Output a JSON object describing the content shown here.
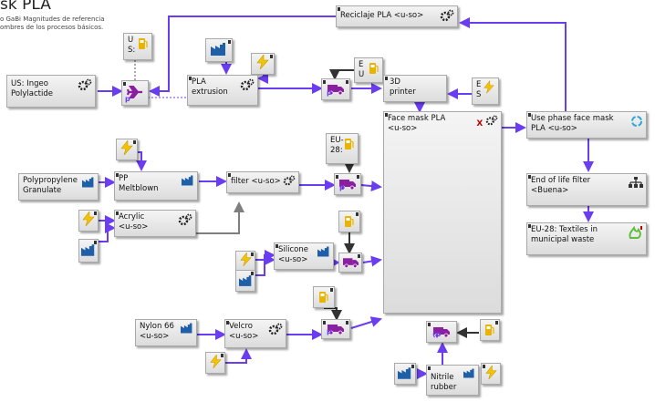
{
  "header": {
    "title": "sk PLA",
    "subtitle_lines": [
      "o GaBi Magnitudes de referencia",
      "ombres de los procesos básicos."
    ]
  },
  "nodes": {
    "reciclaje_pla": "Reciclaje PLA <u-so>",
    "us_ingeo": "US: Ingeo\nPolylactide",
    "us_s": "U\nS:",
    "pla_extrusion": "PLA\nextrusion",
    "eu_transport_top": "E\nU",
    "printer_3d": "3D\nprinter",
    "es_electricity": "E\nS",
    "face_mask_pla": "Face mask PLA\n<u-so>",
    "use_phase": "Use phase face mask\nPLA  <u-so>",
    "eu28_left": "EU-\n28:",
    "polypropylene": "Polypropylene\nGranulate",
    "pp_meltblown": "PP\nMeltblown",
    "filter": "filter <u-so>",
    "end_of_life": "End of life filter\n<Buena>",
    "acrylic": "Acrylic\n<u-so>",
    "silicone": "Silicone\n<u-so>",
    "eu28_textiles": "EU-28: Textiles in\nmunicipal waste",
    "nylon66": "Nylon 66\n<u-so>",
    "velcro": "Velcro\n<u-so>",
    "nitrile": "Nitrile\nrubber"
  },
  "colors": {
    "flow": "#6a3df0",
    "grey_flow": "#7f7f7f",
    "dark_flow": "#333333",
    "factory": "#1f5fa8",
    "electricity": "#f5c400",
    "transport": "#8a1fa0",
    "fuel": "#e8b400",
    "recycle": "#2aa5d8",
    "landfill": "#5fbf3a",
    "distribution": "#333333",
    "x_mark": "#c00000"
  },
  "icons": {
    "gear": "gear-icon",
    "factory": "factory-icon",
    "electricity": "lightning-icon",
    "transport": "truck-icon",
    "fuel": "fuel-pump-icon",
    "plane": "plane-icon",
    "recycle": "recycle-icon",
    "landfill": "landfill-icon",
    "distribution": "distribution-icon"
  },
  "markers": {
    "plan": "p",
    "cross": "X"
  }
}
